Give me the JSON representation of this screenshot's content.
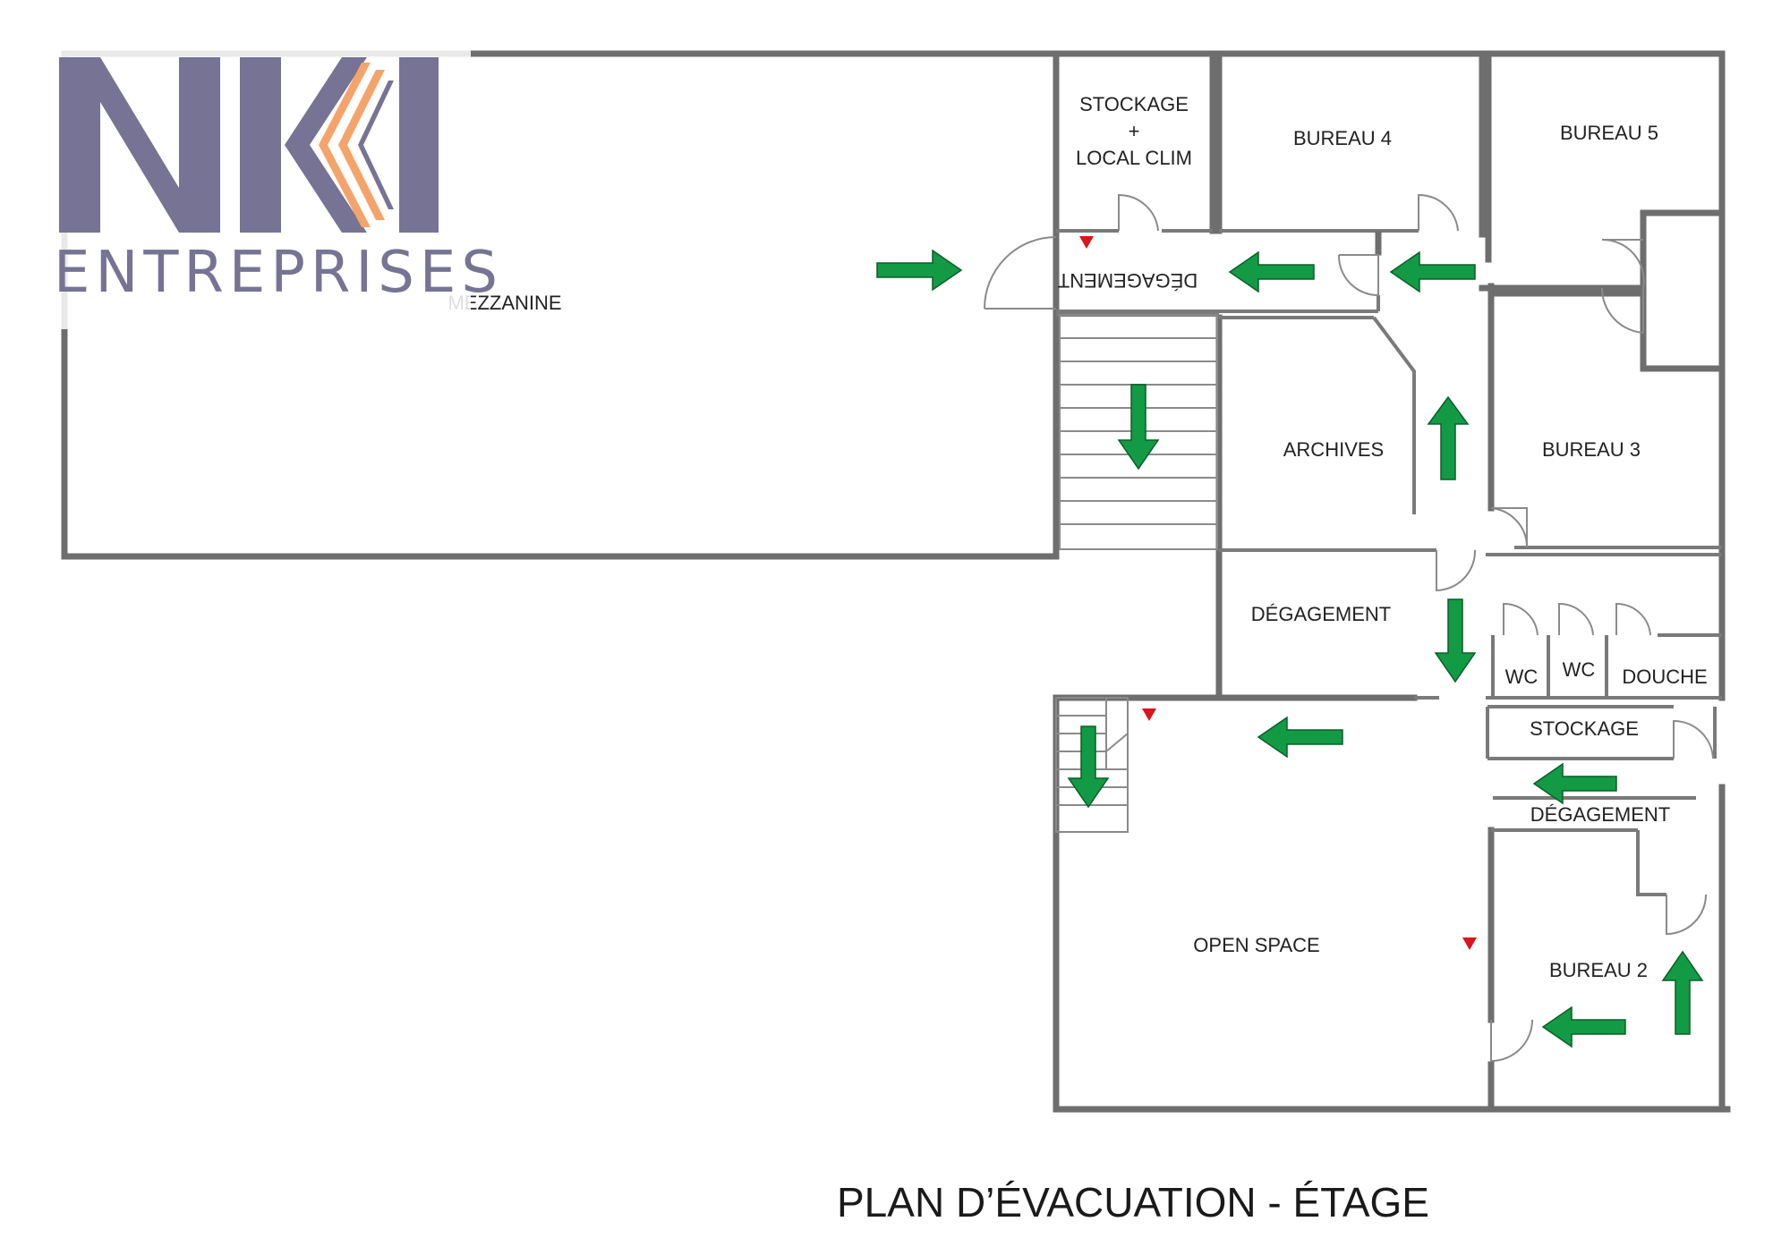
{
  "logo": {
    "subtitle": "ENTREPRISES",
    "colors": {
      "dark": "#767395",
      "accent": "#f4a46b"
    }
  },
  "rooms": {
    "mezzanine": "MEZZANINE",
    "stockage_local_clim_line1": "STOCKAGE",
    "stockage_local_clim_line2": "+",
    "stockage_local_clim_line3": "LOCAL CLIM",
    "bureau4": "BUREAU 4",
    "bureau5": "BUREAU 5",
    "degagement_top": "DÉGAGEMENT",
    "archives": "ARCHIVES",
    "bureau3": "BUREAU 3",
    "degagement_middle": "DÉGAGEMENT",
    "wc1": "WC",
    "wc2": "WC",
    "douche": "DOUCHE",
    "stockage": "STOCKAGE",
    "degagement_bottom": "DÉGAGEMENT",
    "open_space": "OPEN SPACE",
    "bureau2": "BUREAU 2"
  },
  "title": "PLAN D’ÉVACUATION - ÉTAGE",
  "legend_colors": {
    "arrow": "#139a44",
    "marker": "#d8161b",
    "wall": "#6e6e6e"
  }
}
